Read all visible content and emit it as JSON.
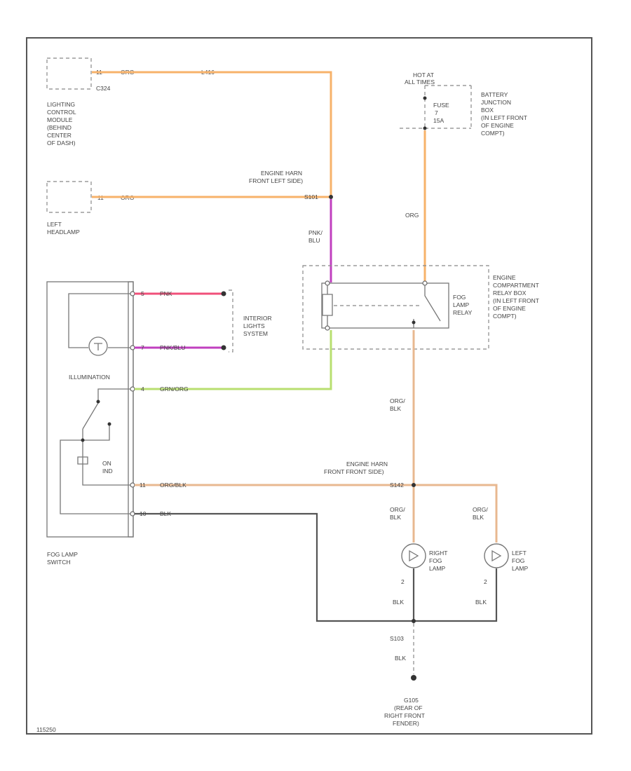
{
  "colors": {
    "org": "#f7b26a",
    "pnk": "#f0507a",
    "pnk_blu": "#c03fbf",
    "grn_org": "#b8df70",
    "org_blk": "#e8b890",
    "blk": "#555555"
  },
  "labels": {
    "lcm_pin": "11",
    "lcm_wire": "ORG",
    "lcm_circuit": "L416",
    "lcm_connector": "C324",
    "lcm_name": [
      "LIGHTING",
      "CONTROL",
      "MODULE",
      "(BEHIND",
      "CENTER",
      "OF DASH)"
    ],
    "hl_pin": "11",
    "hl_wire": "ORG",
    "hl_name": [
      "LEFT",
      "HEADLAMP"
    ],
    "splice_top": [
      "ENGINE HARN",
      "FRONT LEFT SIDE)"
    ],
    "splice_top_id": "S101",
    "pnk_blu": [
      "PNK/",
      "BLU"
    ],
    "hot_at": [
      "HOT AT",
      "ALL TIMES"
    ],
    "fuse": [
      "FUSE",
      "7",
      "15A"
    ],
    "bjb": [
      "BATTERY",
      "JUNCTION",
      "BOX",
      "(IN LEFT FRONT",
      "OF ENGINE",
      "COMPT)"
    ],
    "org_vert": "ORG",
    "relay_box": [
      "ENGINE",
      "COMPARTMENT",
      "RELAY BOX",
      "(IN LEFT FRONT",
      "OF ENGINE",
      "COMPT)"
    ],
    "fog_relay": [
      "FOG",
      "LAMP",
      "RELAY"
    ],
    "sw_pin1": "5",
    "sw_pink": "PNK",
    "sw_pin2": "7",
    "sw_pnkblu": "PNK/BLU",
    "illum": "ILLUMINATION",
    "sw_pin3": "4",
    "sw_grnorg": "GRN/ORG",
    "interior": [
      "INTERIOR",
      "LIGHTS",
      "SYSTEM"
    ],
    "on_ind": [
      "ON",
      "IND"
    ],
    "sw_pin4": "11",
    "sw_orgblk": "ORG/BLK",
    "sw_pin5": "10",
    "sw_blk": "BLK",
    "fog_switch": [
      "FOG LAMP",
      "SWITCH"
    ],
    "orgblk_vert": [
      "ORG/",
      "BLK"
    ],
    "splice_mid": [
      "ENGINE HARN",
      "FRONT FRONT SIDE)"
    ],
    "splice_mid_id": "S142",
    "orgblk_r": [
      "ORG/",
      "BLK"
    ],
    "orgblk_l": [
      "ORG/",
      "BLK"
    ],
    "right_fog": [
      "RIGHT",
      "FOG",
      "LAMP"
    ],
    "left_fog": [
      "LEFT",
      "FOG",
      "LAMP"
    ],
    "pin2_r": "2",
    "pin2_l": "2",
    "blk_r": "BLK",
    "blk_l": "BLK",
    "splice_bot_id": "S103",
    "blk_bot": "BLK",
    "ground": [
      "G105",
      "(REAR OF",
      "RIGHT FRONT",
      "FENDER)"
    ],
    "fig_id": "115250"
  }
}
